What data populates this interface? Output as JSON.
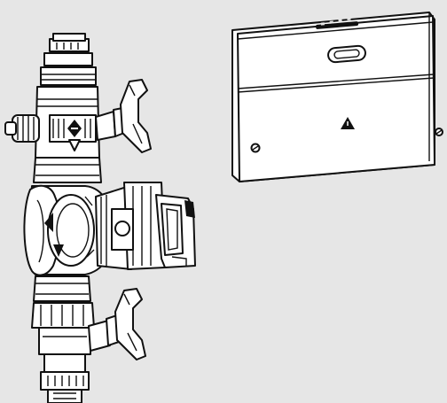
{
  "illustration": {
    "background_color": "#e6e6e6",
    "line_color": "#111111",
    "fill_color": "#ffffff",
    "components": [
      {
        "id": "control-box",
        "icon": "warning-triangle-icon"
      },
      {
        "id": "pump-valve-group",
        "parts": [
          "upper-ball-valve",
          "thermometer-dial",
          "circulation-pump",
          "pump-motor-housing",
          "lower-ball-valve",
          "pipe-connector"
        ]
      }
    ]
  }
}
